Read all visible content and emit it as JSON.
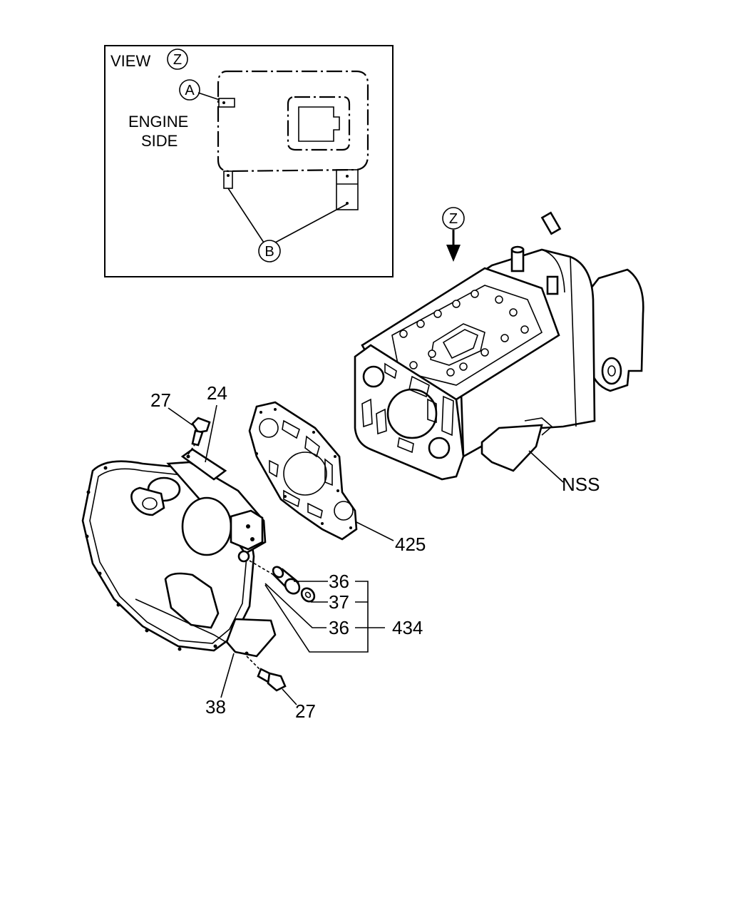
{
  "inset": {
    "title": "VIEW",
    "title_marker": "Z",
    "engine_side_line1": "ENGINE",
    "engine_side_line2": "SIDE",
    "marker_a": "A",
    "marker_b": "B"
  },
  "view_arrow_marker": "Z",
  "callouts": {
    "p27_top": "27",
    "p24": "24",
    "nss": "NSS",
    "p425": "425",
    "p36_a": "36",
    "p37": "37",
    "p36_b": "36",
    "p434": "434",
    "p38": "38",
    "p27_bottom": "27"
  }
}
